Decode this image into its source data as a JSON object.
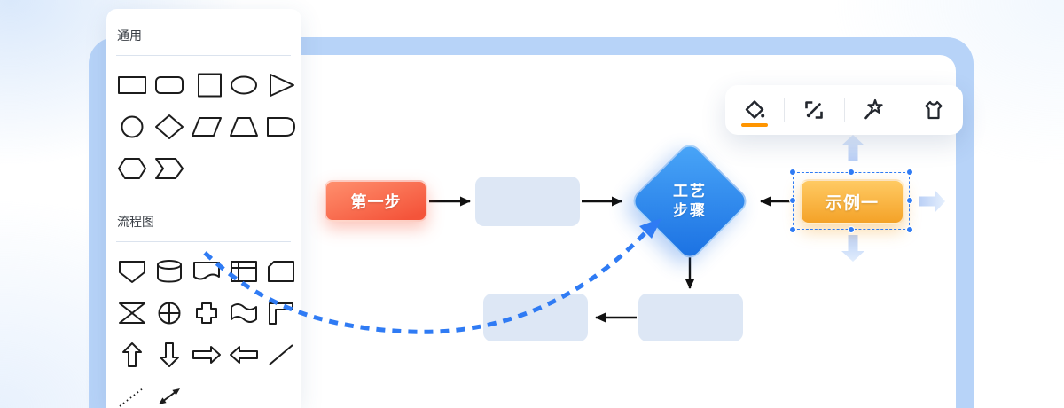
{
  "shape_panel": {
    "sections": [
      {
        "title": "通用",
        "shapes": [
          "rectangle",
          "rounded-rectangle",
          "square",
          "ellipse",
          "triangle",
          "circle",
          "diamond",
          "parallelogram",
          "trapezoid",
          "delay",
          "hexagon",
          "chevron"
        ]
      },
      {
        "title": "流程图",
        "shapes": [
          "off-page-connector",
          "database",
          "document",
          "internal-storage",
          "card",
          "collate",
          "or-junction",
          "plus",
          "paper-tape",
          "loop-limit",
          "block-arrow-up",
          "block-arrow-down",
          "block-arrow-right",
          "block-arrow-left",
          "line",
          "dotted-line",
          "double-arrow"
        ]
      }
    ]
  },
  "toolbar": {
    "tools": [
      {
        "name": "fill-color",
        "active_color": "#ff9500"
      },
      {
        "name": "style-brush"
      },
      {
        "name": "magic-wand"
      },
      {
        "name": "theme-shirt"
      }
    ]
  },
  "canvas": {
    "nodes": {
      "step1": {
        "label": "第一步"
      },
      "decision": {
        "label": "工艺步骤",
        "line1": "工艺",
        "line2": "步骤"
      },
      "example1": {
        "label": "示例一",
        "selected": true
      },
      "placeholder_top": {
        "label": ""
      },
      "placeholder_bottom_right": {
        "label": ""
      },
      "placeholder_bottom_left": {
        "label": ""
      }
    },
    "colors": {
      "step1_gradient": [
        "#ff8f6d",
        "#f4543a"
      ],
      "decision_gradient": [
        "#4aa6f8",
        "#1a70e2"
      ],
      "example1_gradient": [
        "#ffca63",
        "#f4a228"
      ],
      "placeholder_fill": "#dde7f5",
      "frame": "#b7d3f8",
      "selection": "#2f7bf4",
      "dashed_link": "#2f7bf4",
      "connector": "#111111"
    }
  }
}
